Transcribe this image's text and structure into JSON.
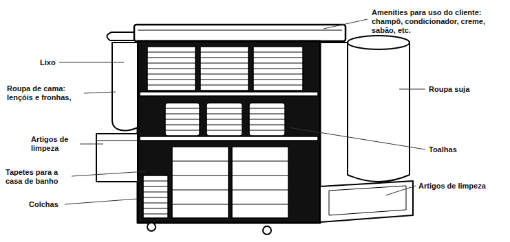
{
  "diagram": {
    "labels": [
      "Amenities para uso do cliente: champô, condicionador, creme, sabão, etc.",
      "Lixo",
      "Roupa de cama: lençóis e fronhas,",
      "Roupa suja",
      "Artigos de limpeza",
      "Toalhas",
      "Tapetes para a casa de banho",
      "Artigos de limpeza",
      "Colchas"
    ]
  }
}
